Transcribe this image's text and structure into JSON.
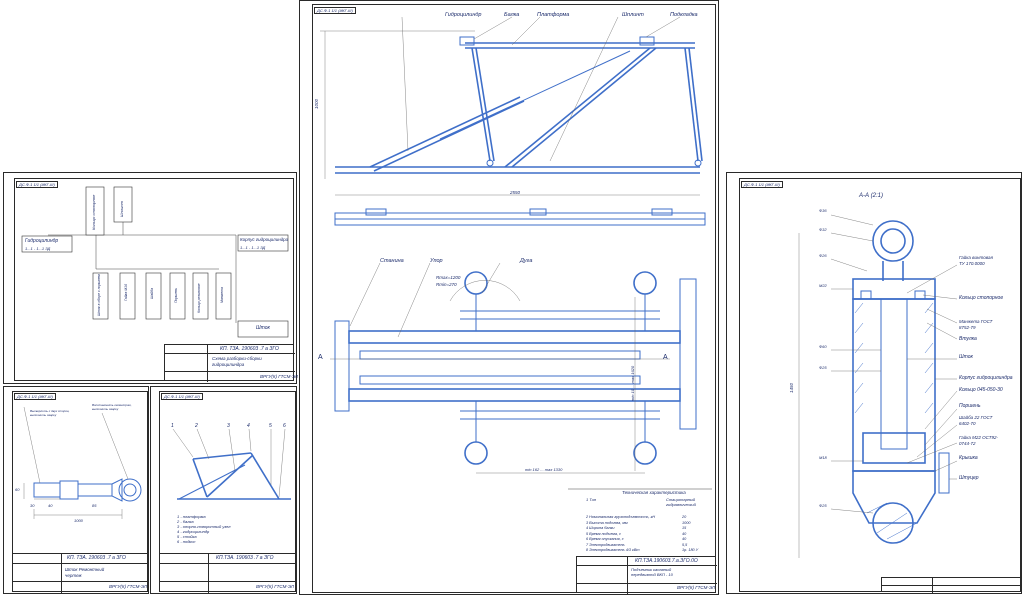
{
  "sheets": {
    "scheme": {
      "stamp": "ДС.Ф.1 1/1 (ИКГ-III)",
      "top_box": "Гидроцилиндр",
      "top_box_code": "1...1 - 1...1 ЗД",
      "left_boxes": [
        "Кольцо стопорное",
        "Шплинт"
      ],
      "right_box": "Корпус гидроцилиндра",
      "right_box_code": "1...1 - 1...1 ЗД",
      "bottom_boxes": [
        "Шток в сборе с поршнем",
        "Гайка М16",
        "Шайба",
        "Поршень",
        "Кольцо резиновое",
        "Манжета"
      ],
      "bottom_right_box": "Шток",
      "title_code": "КП. ТЗА. 190603 .7 а ЗГО",
      "title_name": "Схема разборки-сборки гидроцилиндра",
      "org": "ВРГУ(К) ГТСМ-ЭЛ"
    },
    "detail": {
      "stamp": "ДС.Ф.1 1/1 (ИКГ-III)",
      "note_left": "Высверлить с двух сторон, выполнить сварку",
      "note_right": "Восстановить геометрию, выполнить сварку",
      "dim_width": "1000",
      "dim_small": [
        "30",
        "40",
        "85",
        "60"
      ],
      "title_code": "КП. ТЗА. 190603 .7 а ЗГО",
      "title_name": "Шток Ремонтный чертеж",
      "org": "ВРГУ(К) ГТСМ-ЭЛ"
    },
    "kinematic": {
      "stamp": "ДС.Ф.1 1/1 (ИКГ-III)",
      "leader_nums": [
        "1",
        "2",
        "3",
        "4",
        "5",
        "6"
      ],
      "legend": [
        "1 - платформа",
        "2 - балка",
        "3 - опорно-поворотный узел",
        "4 - гидроцилиндр",
        "5 - стойка",
        "6 - подкос"
      ],
      "title_code": "КП.ТЗА. 190603 .7 а ЗГО",
      "org": "ВРГУ(К) ГТСМ-ЭЛ"
    },
    "assembly": {
      "stamp": "ДС.Ф.1 1/1 (ИКГ-III)",
      "labels": [
        "Гидроцилиндр",
        "Балка",
        "Платформа",
        "Шплинт",
        "Подкладка"
      ],
      "dim_height": "1000",
      "dim_length": "2550",
      "plan_labels": [
        "Станина",
        "Упор",
        "Дуга"
      ],
      "radius_labels": [
        "Rmax=1200",
        "Rmin=270"
      ],
      "section_marks": [
        "А",
        "А"
      ],
      "dim_span": "min 162 ... max 1330",
      "dim_vert": "min 10 ... max 1620",
      "specs_title": "Техническая характеристика",
      "specs_header_left": "1 Тип",
      "specs_header_right": "Стационарный гидравлический",
      "specs": [
        {
          "name": "2 Номинальная грузоподъемность, кН",
          "value": "20"
        },
        {
          "name": "3 Высота подъема, мм",
          "value": "1000"
        },
        {
          "name": "4 Ширина балки",
          "value": "15"
        },
        {
          "name": "5 Время подъема, с",
          "value": "40"
        },
        {
          "name": "6 Время опускания, с",
          "value": "40"
        },
        {
          "name": "7 Электродвигатель",
          "value": "5,5"
        },
        {
          "name": "8 Электродвигатель 4/3 кВт",
          "value": "1р. 180 У"
        }
      ],
      "title_code": "КП.ТЗА.190603.7.а.ЗГО.0О",
      "title_name": "Подъемник канавный передвижной ВКП - 10",
      "org": "ВРГУ(К) ГТСМ-ЭЛ"
    },
    "section": {
      "stamp": "ДС.Ф.1 1/1 (ИКГ-III)",
      "view_title": "А-А (2:1)",
      "left_dims": [
        "Ф36",
        "Ф32",
        "Ф26",
        "М22",
        "Ф60",
        "Ф25",
        "М18",
        "Ф25"
      ],
      "dim_total": "1450",
      "callouts": [
        "Гайка винтовая ТУ 170.0000",
        "Кольцо стопорное",
        "Манжета ГОСТ 8752-79",
        "Втулка",
        "Шток",
        "Корпус гидроцилиндра",
        "Кольцо 045-050-30",
        "Поршень",
        "Шайба 22 ГОСТ 6402-70",
        "Гайка М22 ОСТ92-0744-72",
        "Крышка",
        "Штуцер"
      ]
    }
  },
  "colors": {
    "line": "#3f6fc9",
    "text": "#1a2a6a",
    "frame": "#2a2a2a"
  }
}
